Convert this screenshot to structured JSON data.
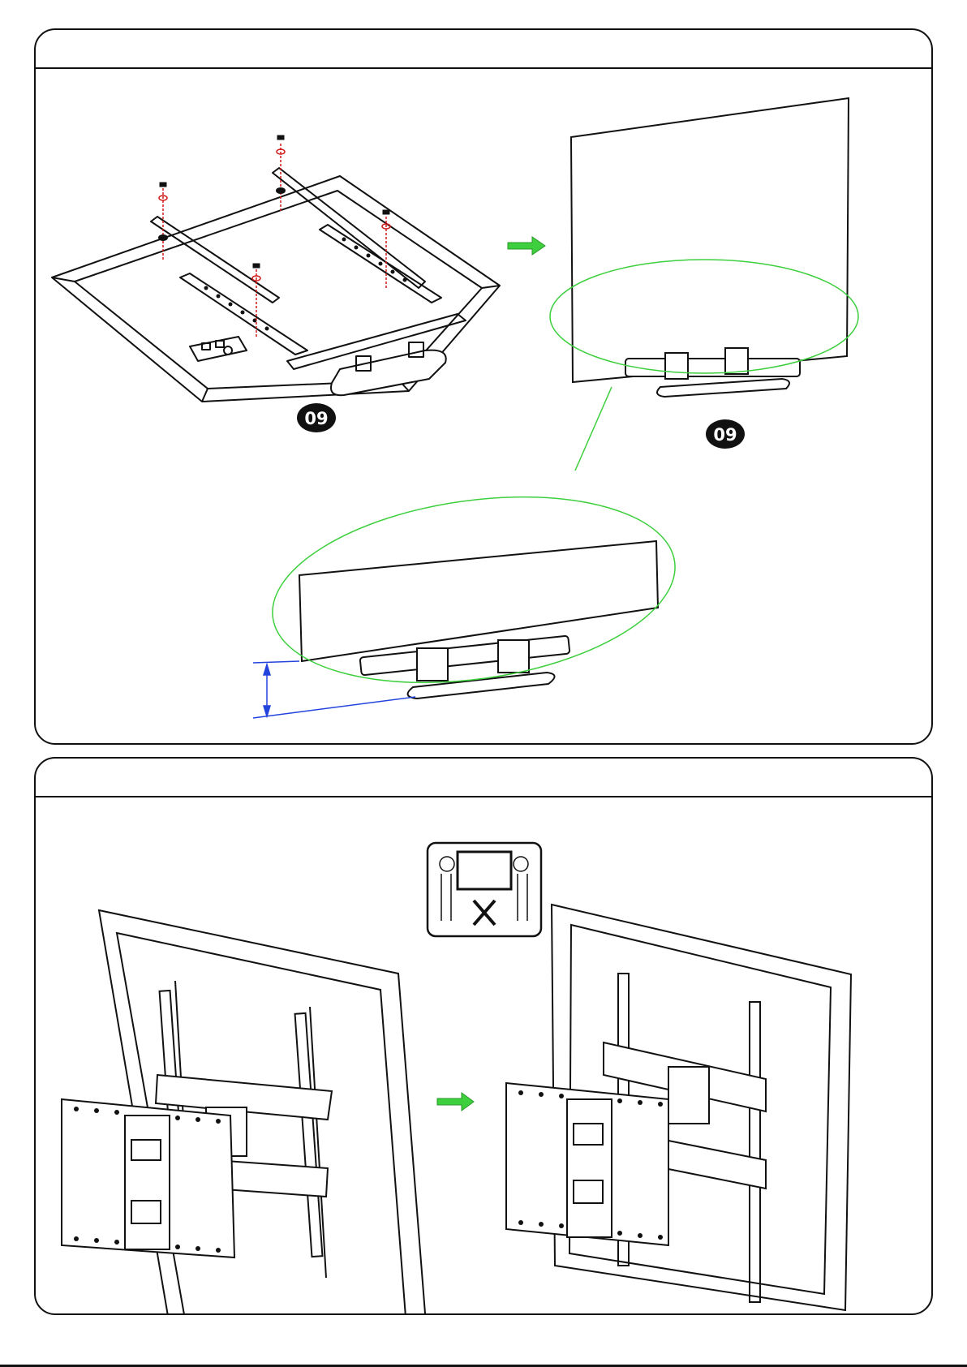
{
  "step_a": {
    "title": "",
    "part_badges": [
      "09",
      "09"
    ]
  },
  "step_b": {
    "title": ""
  },
  "colors": {
    "outline": "#111111",
    "arrow": "#3ecf3e",
    "callout": "#3ecf3e",
    "screw_guide": "#d11a1a",
    "dimension": "#2244dd"
  },
  "icons": [
    "tv-with-soundbar-bracket",
    "two-person-lift-icon",
    "wall-mount-arm"
  ]
}
